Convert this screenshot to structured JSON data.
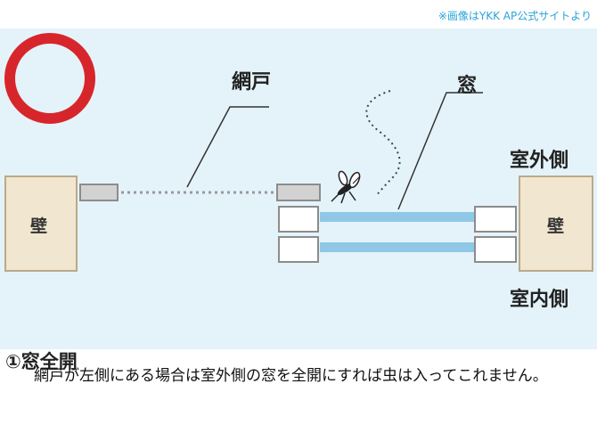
{
  "credit": "※画像はYKK AP公式サイトより",
  "labels": {
    "screen": "網戸",
    "window": "窓",
    "outdoor_side": "室外側",
    "indoor_side": "室内側",
    "wall_left": "壁",
    "wall_right": "壁"
  },
  "caption": "①窓全開",
  "description": "網戸が左側にある場合は室外側の窓を全開にすれば虫は入ってこれません。",
  "colors": {
    "background_panel": "#e4f3f9",
    "ok_circle": "#d7262b",
    "window_glass": "#8fc7e6",
    "wall_fill": "#f1e6cf",
    "credit_text": "#2aa3d8"
  },
  "icons": [
    "ok-circle-icon",
    "mosquito-icon"
  ]
}
